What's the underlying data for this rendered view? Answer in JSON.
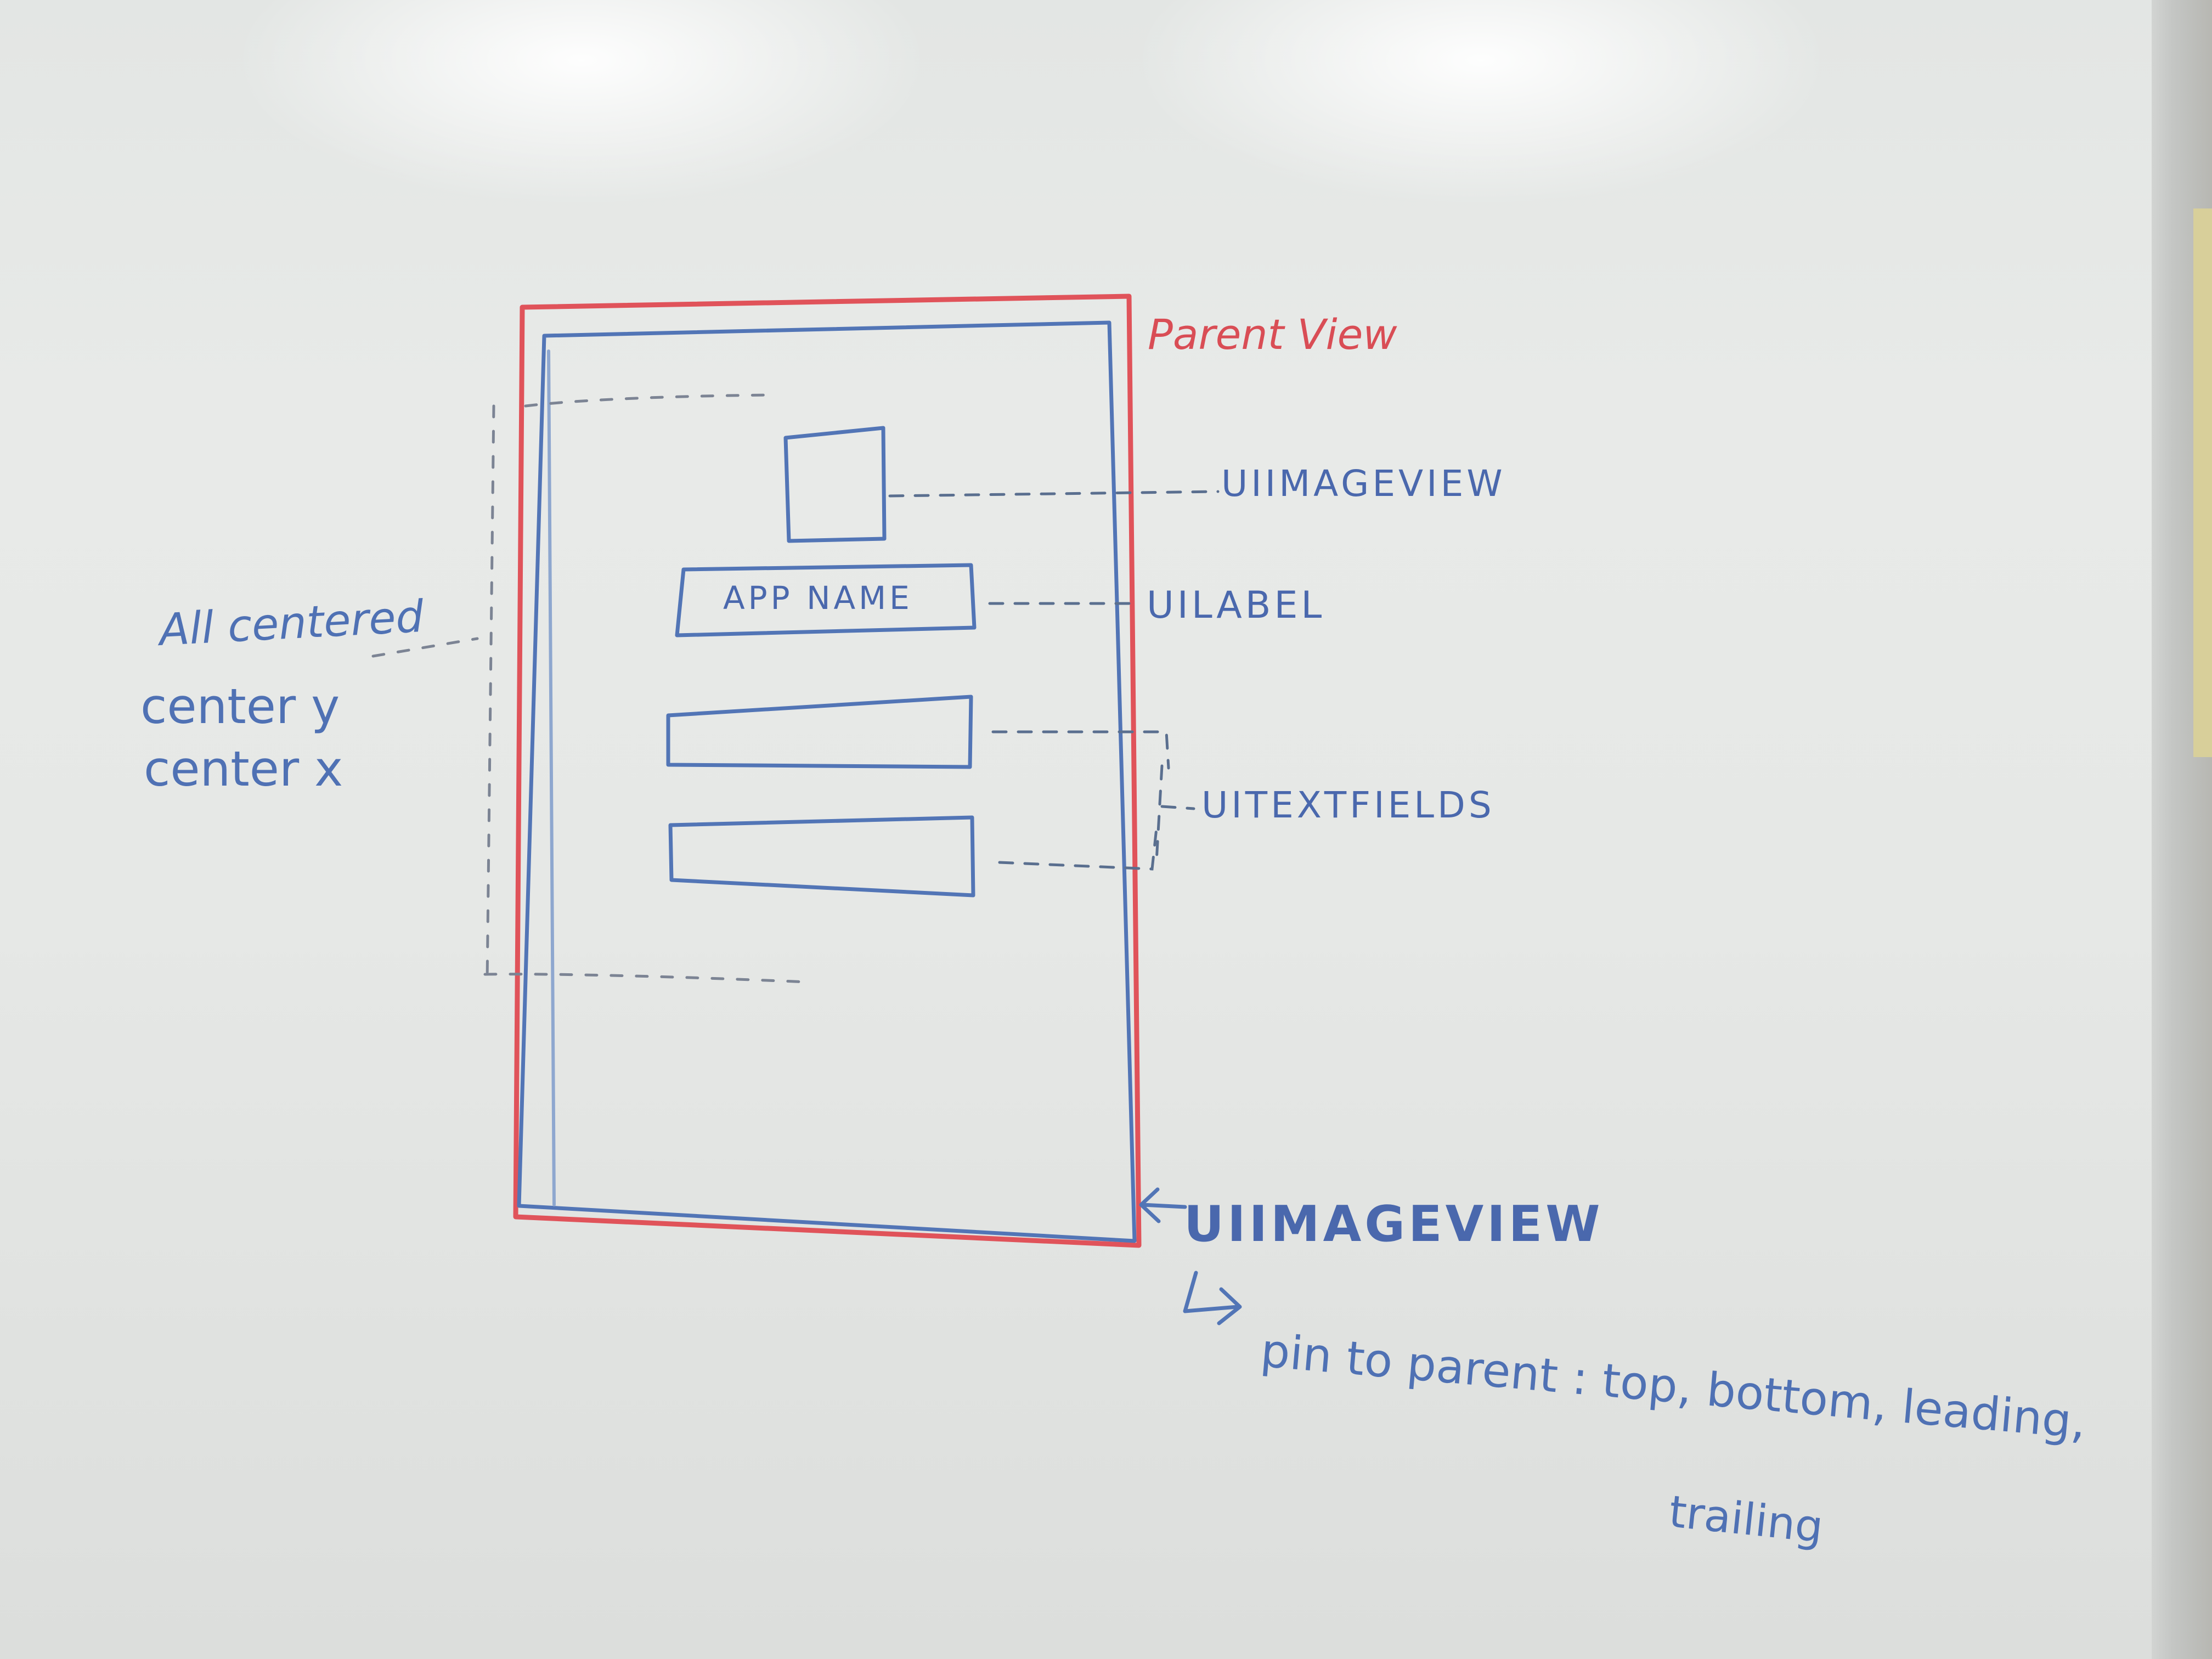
{
  "labels": {
    "parent_view": "Parent View",
    "top_image_view": "UIIMAGEVIEW",
    "label": "UILABEL",
    "text_fields": "UITEXTFIELDS",
    "bottom_image_view": "UIIMAGEVIEW",
    "pin_note_line1": "pin to parent : top, bottom, leading,",
    "pin_note_line2": "trailing",
    "app_name": "APP NAME",
    "centered_note": "All centered",
    "center_y": "center y",
    "center_x": "center x"
  },
  "colors": {
    "parent_outline": "#e0535a",
    "ink_blue": "#4f71b4",
    "board": "#e6e8e6"
  }
}
